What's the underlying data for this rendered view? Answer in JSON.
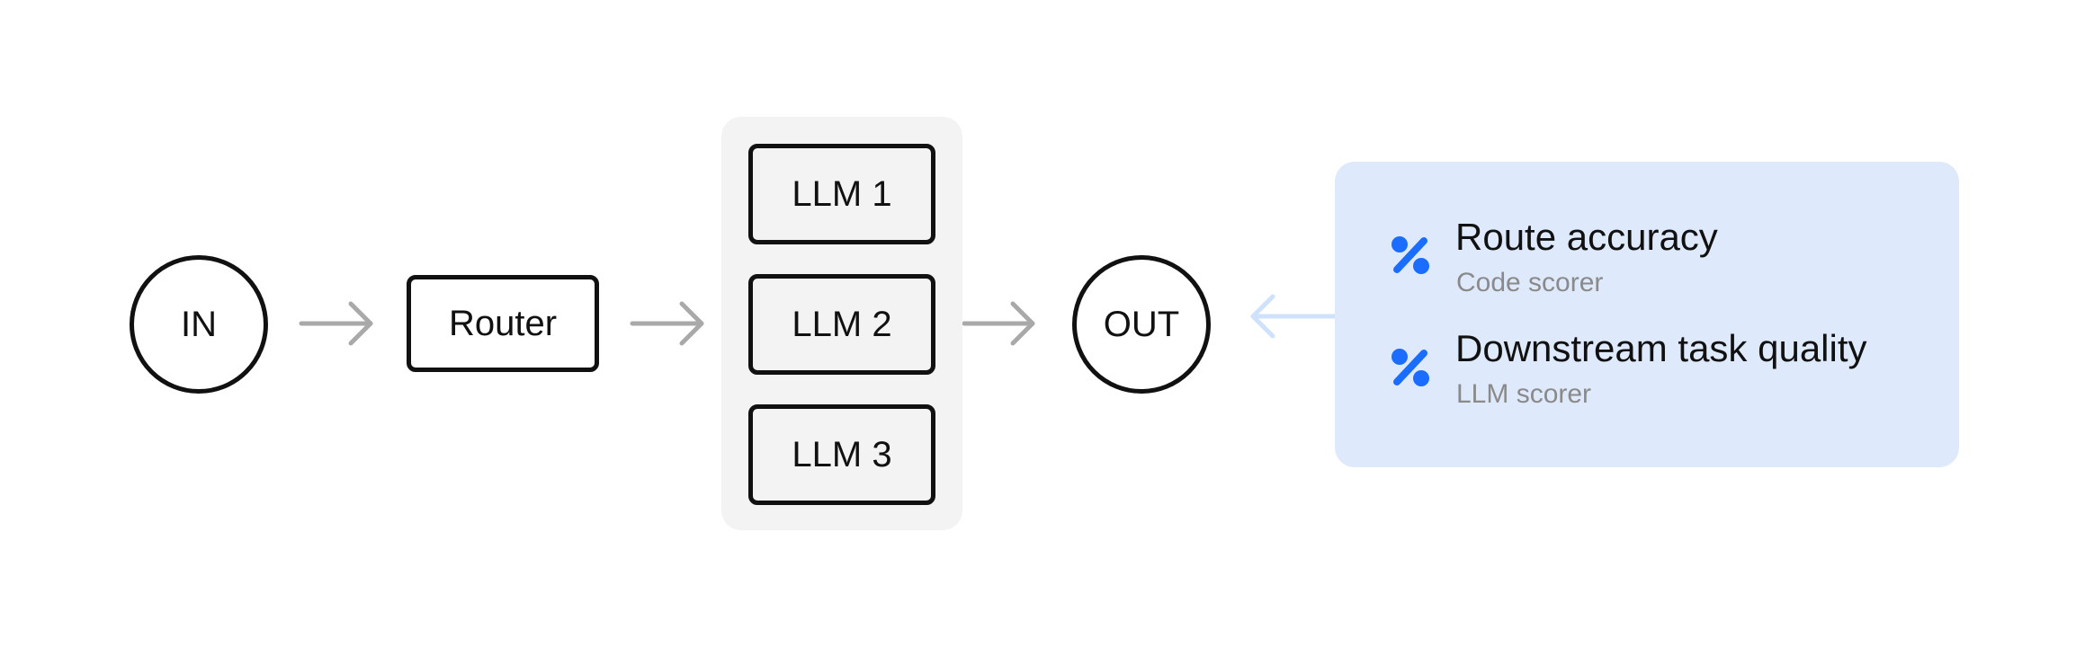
{
  "nodes": {
    "in_label": "IN",
    "router_label": "Router",
    "llms": [
      "LLM 1",
      "LLM 2",
      "LLM 3"
    ],
    "out_label": "OUT"
  },
  "scorers": [
    {
      "title": "Route accuracy",
      "subtitle": "Code scorer",
      "icon": "percent-icon"
    },
    {
      "title": "Downstream task quality",
      "subtitle": "LLM scorer",
      "icon": "percent-icon"
    }
  ],
  "colors": {
    "stroke": "#111111",
    "arrow": "#a9a9a9",
    "feedback_arrow": "#cfe1fb",
    "llm_group_bg": "#f3f3f3",
    "scorer_panel_bg": "#deeafb",
    "accent": "#1a6dff",
    "subtitle": "#8a8a8a"
  }
}
